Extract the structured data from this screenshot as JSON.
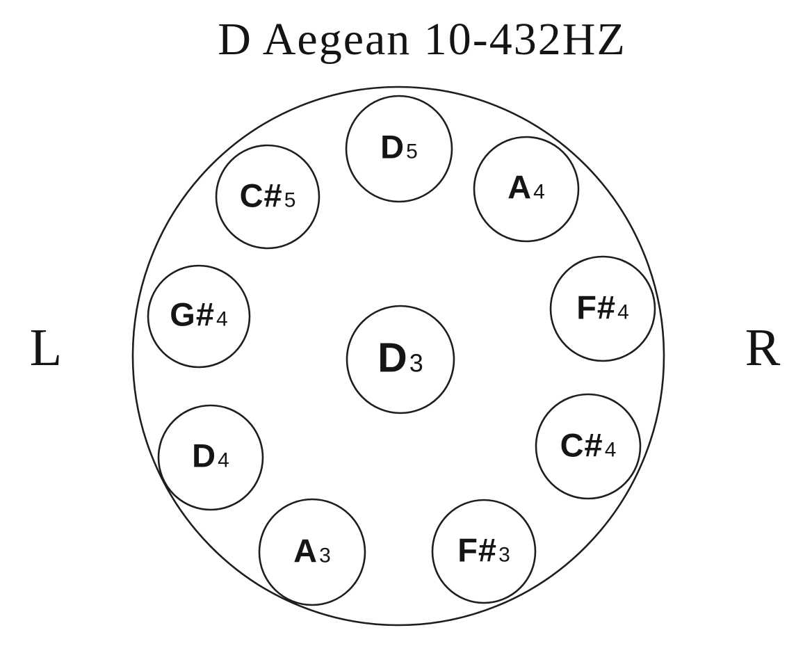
{
  "title": "D Aegean 10-432HZ",
  "side_labels": {
    "left": "L",
    "right": "R"
  },
  "notes": [
    {
      "name": "D",
      "octave": "5",
      "position": "top"
    },
    {
      "name": "C#",
      "octave": "5",
      "position": "upper-left"
    },
    {
      "name": "A",
      "octave": "4",
      "position": "upper-right"
    },
    {
      "name": "G#",
      "octave": "4",
      "position": "left"
    },
    {
      "name": "F#",
      "octave": "4",
      "position": "right"
    },
    {
      "name": "D",
      "octave": "3",
      "position": "center"
    },
    {
      "name": "D",
      "octave": "4",
      "position": "lower-left"
    },
    {
      "name": "C#",
      "octave": "4",
      "position": "lower-right"
    },
    {
      "name": "A",
      "octave": "3",
      "position": "bottom-left"
    },
    {
      "name": "F#",
      "octave": "3",
      "position": "bottom-right"
    }
  ],
  "colors": {
    "stroke": "#1e1e1e",
    "text": "#141414",
    "background": "#ffffff"
  }
}
